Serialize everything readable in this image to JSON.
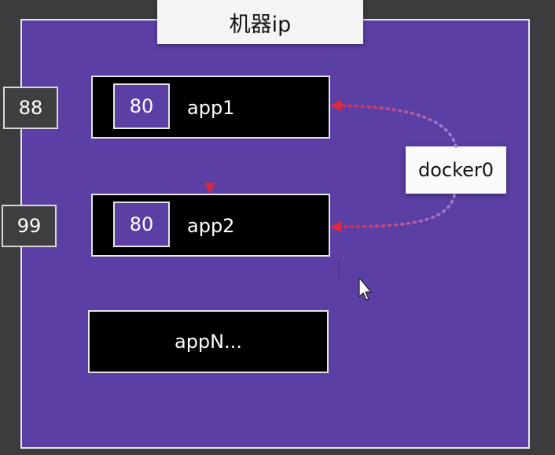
{
  "machine": {
    "title": "机器ip"
  },
  "apps": [
    {
      "name": "app1",
      "host_port": "88",
      "container_port": "80"
    },
    {
      "name": "app2",
      "host_port": "99",
      "container_port": "80"
    },
    {
      "name": "appN..."
    }
  ],
  "bridge": {
    "label": "docker0"
  },
  "colors": {
    "machine_fill": "#5b3fa4",
    "background": "#3c3c3e",
    "app_fill": "#000000",
    "arrow_color": "#d8283e"
  },
  "icons": [
    "mouse-cursor-icon"
  ]
}
